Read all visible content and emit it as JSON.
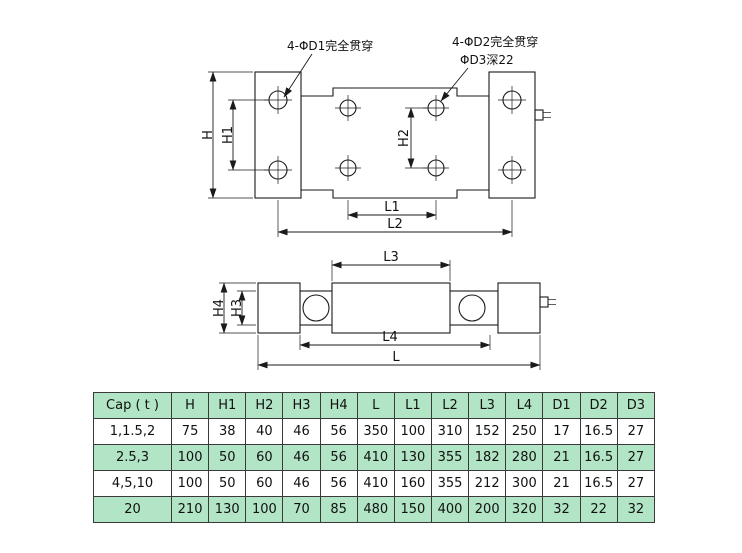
{
  "colors": {
    "table_green": "#b2e5c6",
    "line_color": "#1a1a1a"
  },
  "drawing": {
    "top_view": {
      "annotation_d1": "4-ΦD1完全贯穿",
      "annotation_d2": "4-ΦD2完全贯穿",
      "annotation_d3": "ΦD3深22",
      "dim_h": "H",
      "dim_h1": "H1",
      "dim_h2": "H2",
      "dim_l1": "L1",
      "dim_l2": "L2"
    },
    "side_view": {
      "dim_h3": "H3",
      "dim_h4": "H4",
      "dim_l3": "L3",
      "dim_l4": "L4",
      "dim_l": "L"
    }
  },
  "table": {
    "headers": [
      "Cap ( t )",
      "H",
      "H1",
      "H2",
      "H3",
      "H4",
      "L",
      "L1",
      "L2",
      "L3",
      "L4",
      "D1",
      "D2",
      "D3"
    ],
    "rows": [
      [
        "1,1.5,2",
        "75",
        "38",
        "40",
        "46",
        "56",
        "350",
        "100",
        "310",
        "152",
        "250",
        "17",
        "16.5",
        "27"
      ],
      [
        "2.5,3",
        "100",
        "50",
        "60",
        "46",
        "56",
        "410",
        "130",
        "355",
        "182",
        "280",
        "21",
        "16.5",
        "27"
      ],
      [
        "4,5,10",
        "100",
        "50",
        "60",
        "46",
        "56",
        "410",
        "160",
        "355",
        "212",
        "300",
        "21",
        "16.5",
        "27"
      ],
      [
        "20",
        "210",
        "130",
        "100",
        "70",
        "85",
        "480",
        "150",
        "400",
        "200",
        "320",
        "32",
        "22",
        "32"
      ]
    ]
  }
}
